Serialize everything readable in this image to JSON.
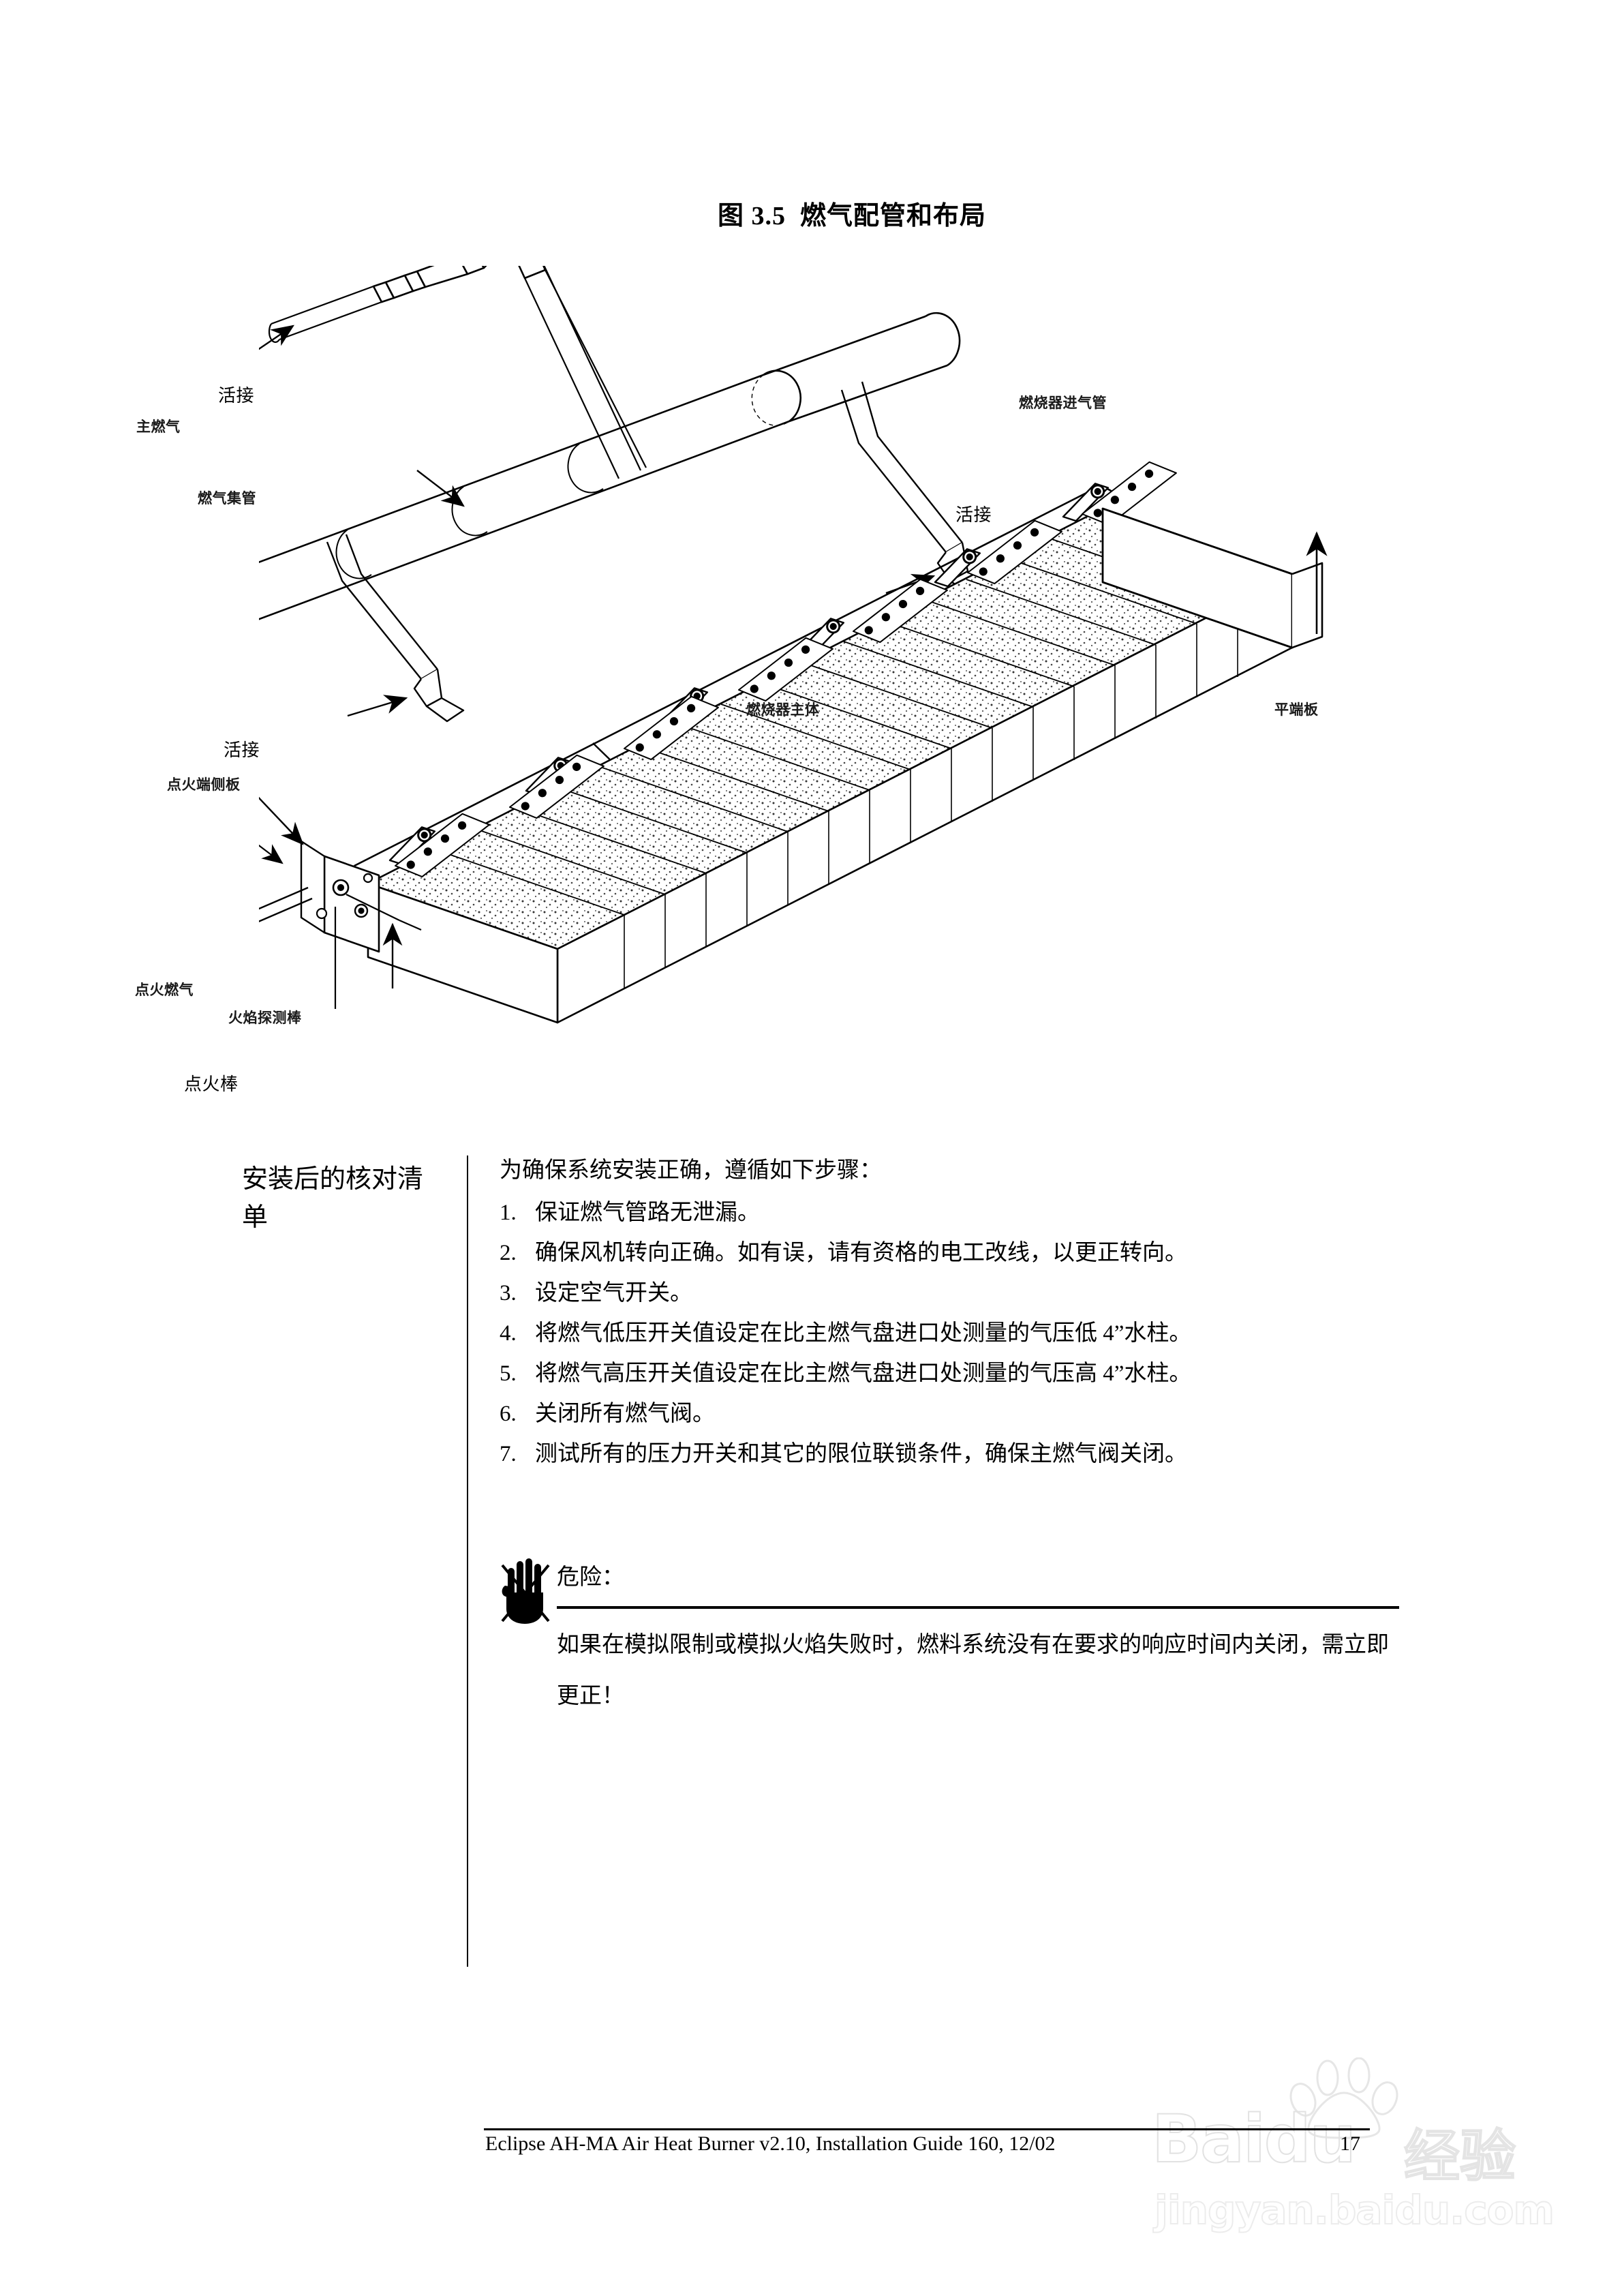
{
  "figure": {
    "title_prefix": "图",
    "title_number": "3.5",
    "title_text": "燃气配管和布局",
    "labels": {
      "main_gas": "主燃气",
      "union_1": "活接",
      "gas_manifold": "燃气集管",
      "burner_inlet_pipe": "燃烧器进气管",
      "union_2": "活接",
      "burner_body": "燃烧器主体",
      "union_3": "活接",
      "flat_end_plate": "平端板",
      "ignition_end_side_plate": "点火端侧板",
      "pilot_gas": "点火燃气",
      "flame_rod": "火焰探测棒",
      "ignition_rod": "点火棒"
    }
  },
  "checklist": {
    "heading": "安装后的核对清单",
    "intro": "为确保系统安装正确，遵循如下步骤：",
    "steps": [
      {
        "num": "1.",
        "text": "保证燃气管路无泄漏。"
      },
      {
        "num": "2.",
        "text": "确保风机转向正确。如有误，请有资格的电工改线，以更正转向。"
      },
      {
        "num": "3.",
        "text": "设定空气开关。"
      },
      {
        "num": "4.",
        "text": "将燃气低压开关值设定在比主燃气盘进口处测量的气压低 4”水柱。"
      },
      {
        "num": "5.",
        "text": "将燃气高压开关值设定在比主燃气盘进口处测量的气压高 4”水柱。"
      },
      {
        "num": "6.",
        "text": "关闭所有燃气阀。"
      },
      {
        "num": "7.",
        "text": "测试所有的压力开关和其它的限位联锁条件，确保主燃气阀关闭。"
      }
    ]
  },
  "danger": {
    "label": "危险：",
    "icon": "hand-stop-icon",
    "body": "如果在模拟限制或模拟火焰失败时，燃料系统没有在要求的响应时间内关闭，需立即更正！"
  },
  "footer": {
    "text": "Eclipse AH-MA Air Heat Burner v2.10, Installation Guide 160, 12/02",
    "page_number": "17"
  },
  "watermark": {
    "logo": "Baidu",
    "cn": "经验",
    "url": "jingyan.baidu.com"
  }
}
